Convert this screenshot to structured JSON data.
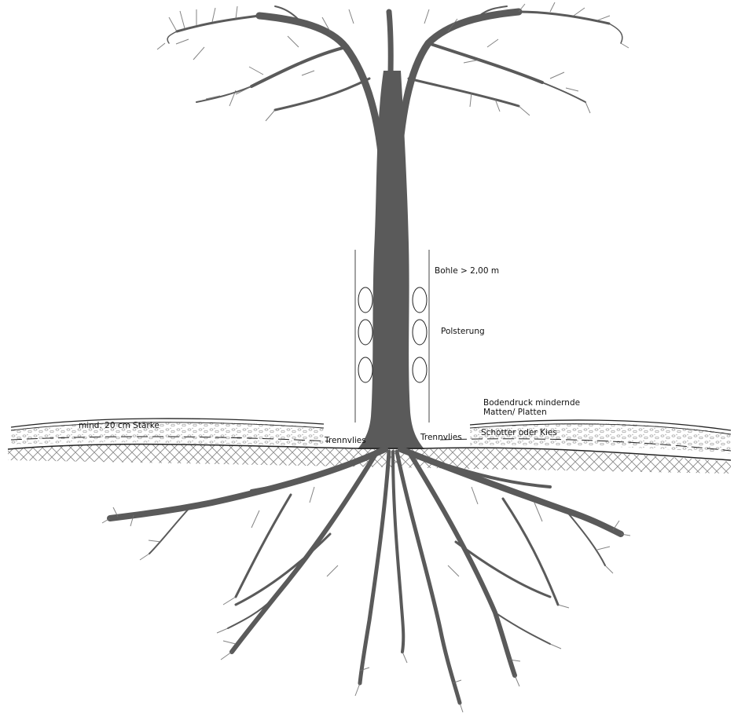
{
  "labels": {
    "bohle": "Bohle > 2,00 m",
    "polsterung": "Polsterung",
    "bodendruck_line1": "Bodendruck mindernde",
    "bodendruck_line2": "Matten/ Platten",
    "mind_staerke": "mind. 20 cm Stärke",
    "trennvlies_left": "Trennvlies",
    "trennvlies_right": "Trennvlies",
    "schotter": "Schotter oder Kies"
  },
  "colors": {
    "tree": "#5a5a5a",
    "tree_fine": "#6e6e6e",
    "line": "#222222",
    "gravel": "#9a9a9a",
    "soil_hatch": "#8c8c8c"
  }
}
